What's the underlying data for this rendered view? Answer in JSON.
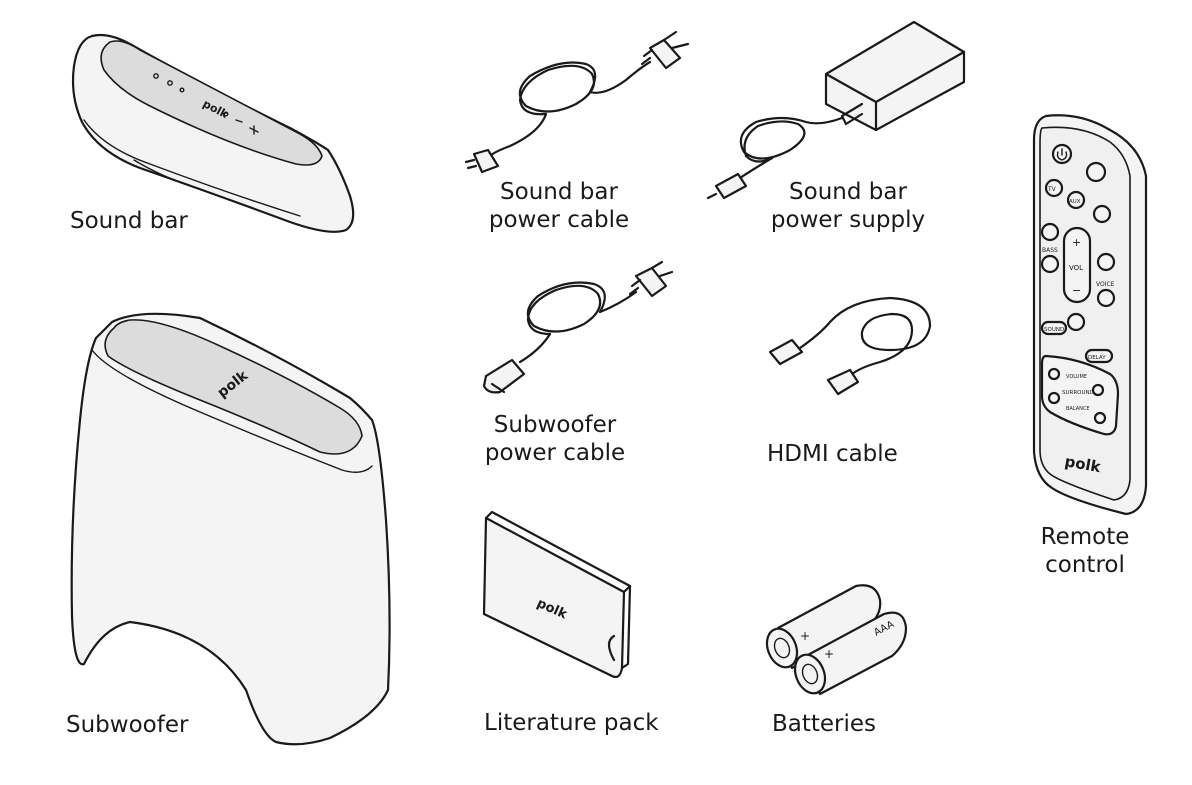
{
  "brand": "polk",
  "items": {
    "sound_bar": {
      "label": "Sound bar"
    },
    "sound_bar_power_cable": {
      "line1": "Sound bar",
      "line2": "power cable"
    },
    "sound_bar_power_supply": {
      "line1": "Sound bar",
      "line2": "power supply"
    },
    "subwoofer_power_cable": {
      "line1": "Subwoofer",
      "line2": "power cable"
    },
    "hdmi_cable": {
      "label": "HDMI cable"
    },
    "subwoofer": {
      "label": "Subwoofer"
    },
    "literature_pack": {
      "label": "Literature pack"
    },
    "batteries": {
      "label": "Batteries",
      "battery_text": "AAA",
      "polarity": "+"
    },
    "remote_control": {
      "line1": "Remote",
      "line2": "control",
      "buttons": {
        "tv": "TV",
        "aux": "AUX",
        "bass": "BASS",
        "vol": "VOL",
        "voice": "VOICE",
        "sound": "SOUND",
        "delay": "DELAY",
        "volume": "VOLUME",
        "surround": "SURROUND",
        "balance": "BALANCE",
        "plus": "+",
        "minus": "−"
      }
    }
  }
}
